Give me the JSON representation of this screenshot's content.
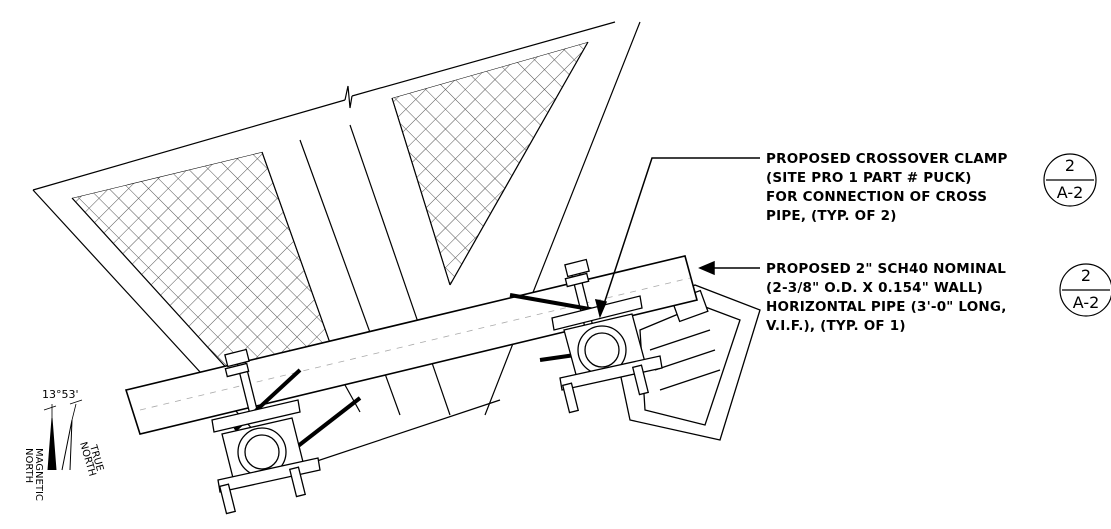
{
  "notes": {
    "clamp": {
      "lines": [
        "PROPOSED CROSSOVER CLAMP",
        "(SITE PRO 1 PART # PUCK)",
        "FOR CONNECTION OF CROSS",
        "PIPE, (TYP. OF 2)"
      ],
      "callout_number": "2",
      "callout_sheet": "A-2"
    },
    "pipe": {
      "lines": [
        "PROPOSED 2\" SCH40 NOMINAL",
        "(2-3/8\" O.D. X 0.154\" WALL)",
        "HORIZONTAL PIPE (3'-0\" LONG,",
        "V.I.F.), (TYP. OF 1)"
      ],
      "callout_number": "2",
      "callout_sheet": "A-2"
    }
  },
  "north_arrow": {
    "declination": "13°53'",
    "magnetic_label": [
      "MAGNETIC",
      "NORTH"
    ],
    "true_label": [
      "TRUE",
      "NORTH"
    ]
  }
}
